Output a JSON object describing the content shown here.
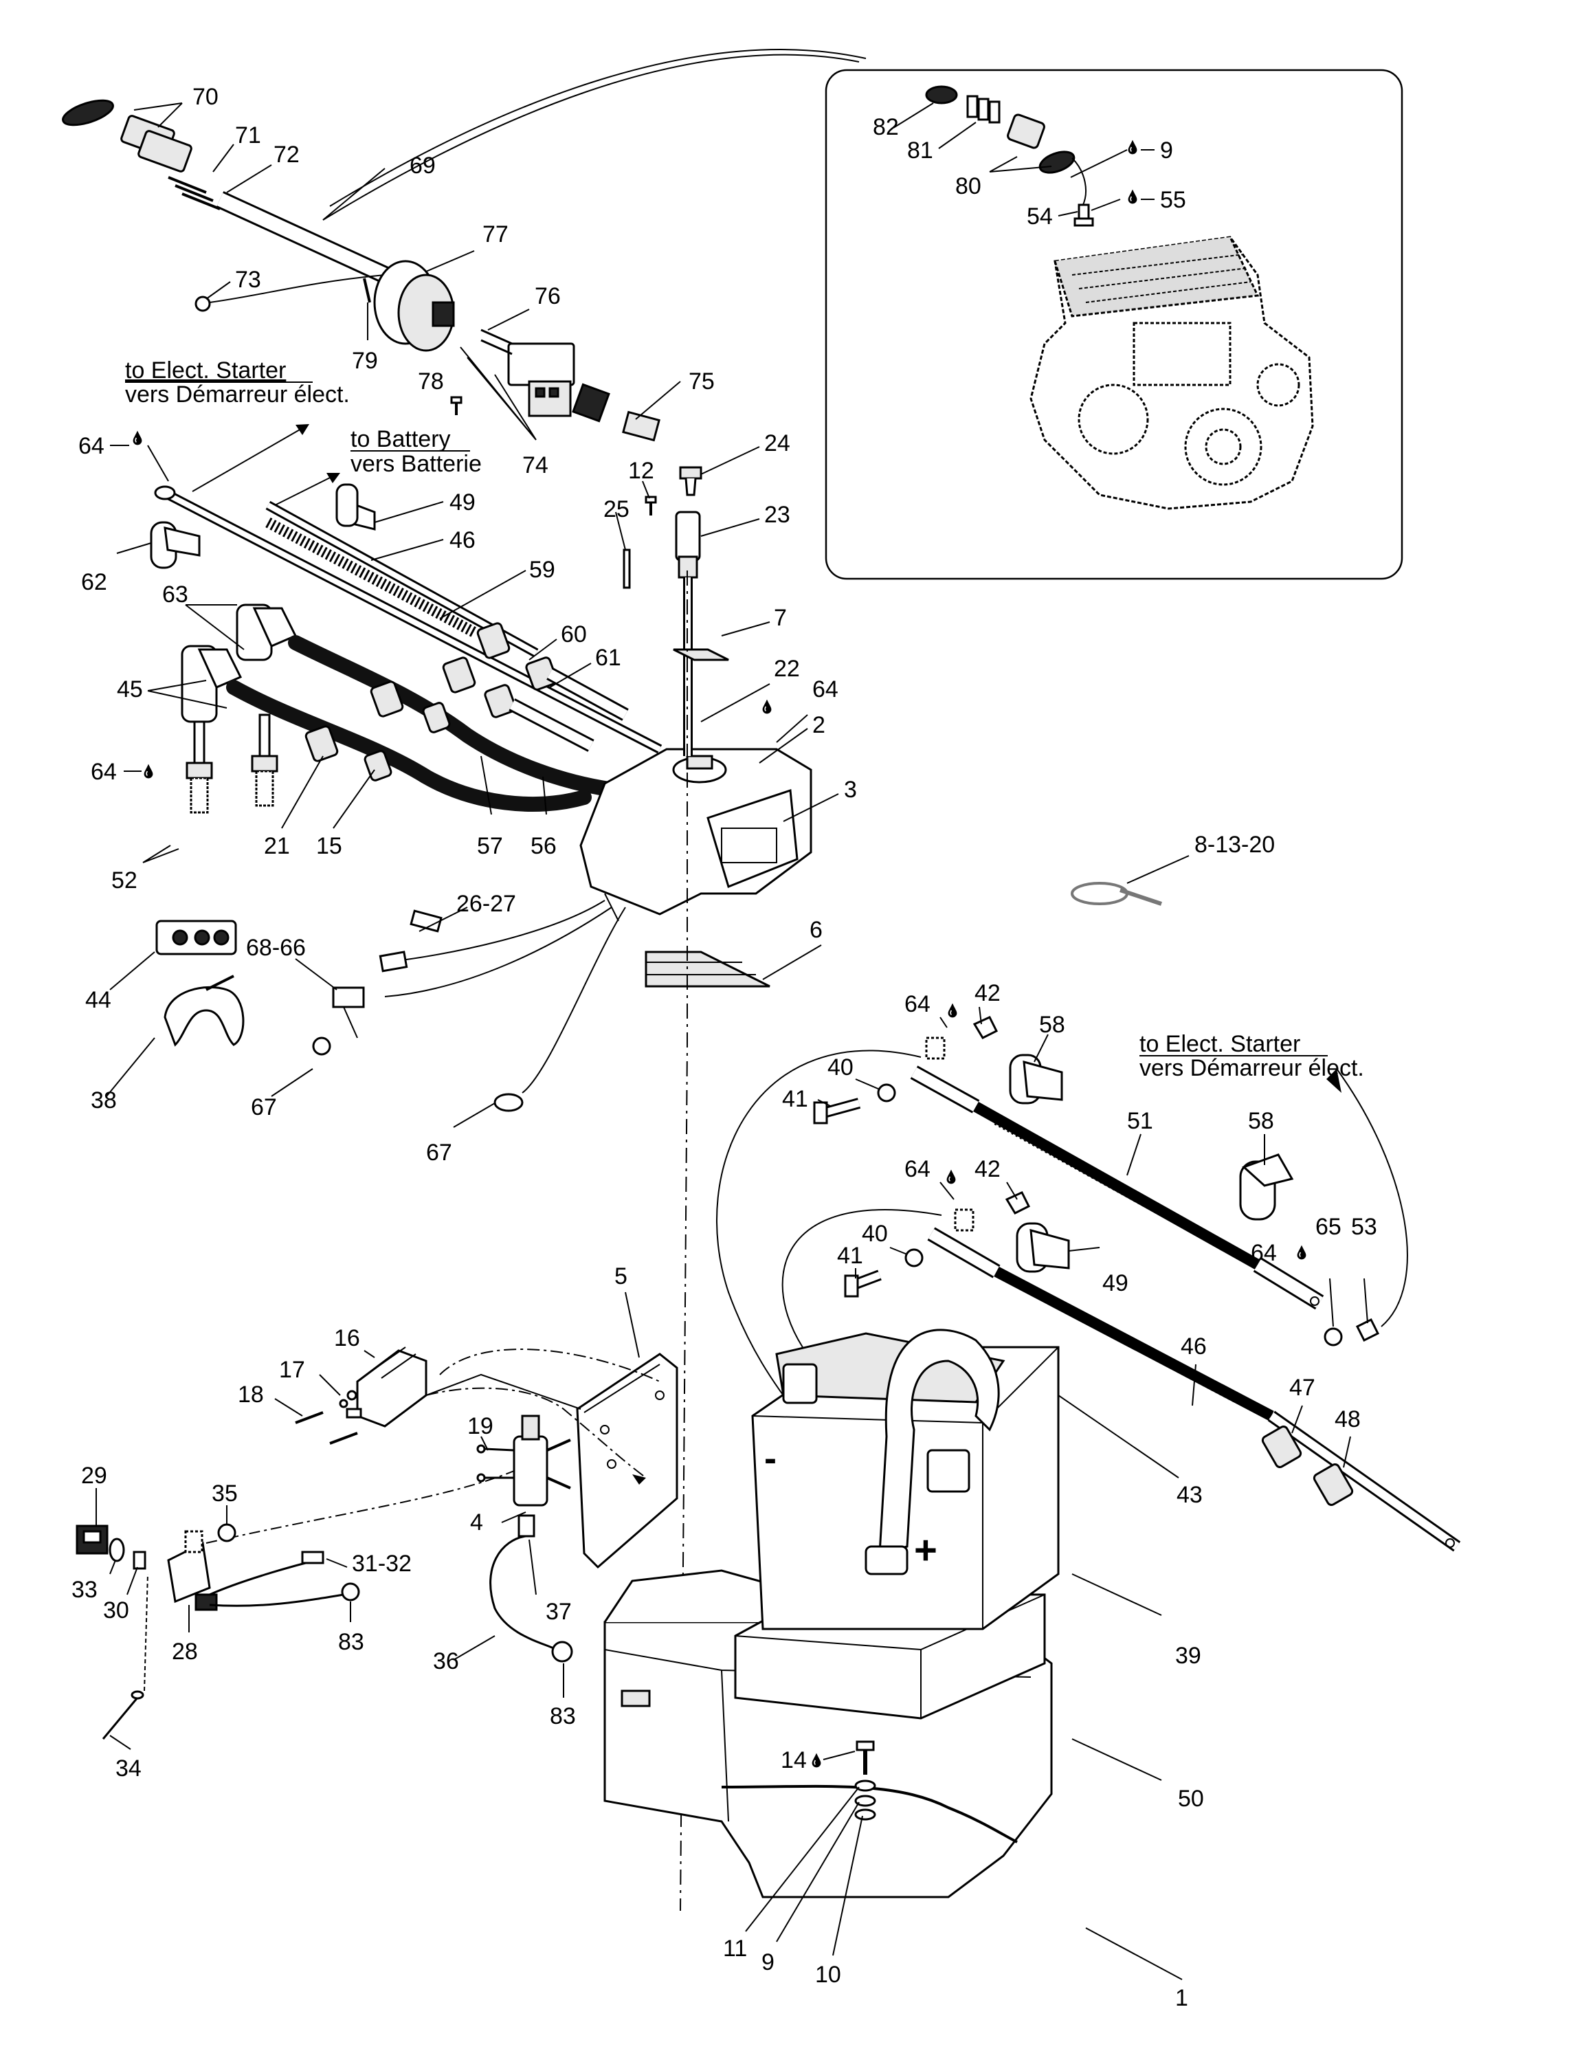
{
  "notes": {
    "starter_top_en": "to Elect. Starter",
    "starter_top_fr": "vers Démarreur élect.",
    "battery_en": "to Battery",
    "battery_fr": "vers Batterie",
    "starter_right_en": "to Elect. Starter",
    "starter_right_fr": "vers Démarreur élect."
  },
  "symbols": {
    "negative": "-",
    "positive": "+",
    "sealant": "drop-icon"
  },
  "callouts": {
    "c70": "70",
    "c71": "71",
    "c72": "72",
    "c69": "69",
    "c77": "77",
    "c73": "73",
    "c76": "76",
    "c79": "79",
    "c78": "78",
    "c75": "75",
    "c74": "74",
    "c64a": "64",
    "c49a": "49",
    "c46a": "46",
    "c62": "62",
    "c59": "59",
    "c12": "12",
    "c24": "24",
    "c25": "25",
    "c23": "23",
    "c63": "63",
    "c60": "60",
    "c61": "61",
    "c45": "45",
    "c7": "7",
    "c22": "22",
    "c64b": "64",
    "c64c": "64",
    "c2": "2",
    "c3": "3",
    "c52": "52",
    "c21": "21",
    "c15": "15",
    "c57": "57",
    "c56": "56",
    "c82": "82",
    "c81": "81",
    "c80": "80",
    "c9a": "9",
    "c55": "55",
    "c54": "54",
    "c8_13_20": "8-13-20",
    "c26_27": "26-27",
    "c68_66": "68-66",
    "c6": "6",
    "c44": "44",
    "c38": "38",
    "c67a": "67",
    "c67b": "67",
    "c64d": "64",
    "c42a": "42",
    "c58a": "58",
    "c40a": "40",
    "c41a": "41",
    "c51": "51",
    "c58b": "58",
    "c64e": "64",
    "c42b": "42",
    "c40b": "40",
    "c41b": "41",
    "c49b": "49",
    "c64f": "64",
    "c65": "65",
    "c53": "53",
    "c46b": "46",
    "c47": "47",
    "c48": "48",
    "c5": "5",
    "c16": "16",
    "c17": "17",
    "c18": "18",
    "c19": "19",
    "c43": "43",
    "c29": "29",
    "c35": "35",
    "c4": "4",
    "c31_32": "31-32",
    "c33": "33",
    "c30": "30",
    "c37": "37",
    "c39": "39",
    "c28": "28",
    "c83a": "83",
    "c36": "36",
    "c83b": "83",
    "c34": "34",
    "c50": "50",
    "c14": "14",
    "c11": "11",
    "c9b": "9",
    "c10": "10",
    "c1": "1"
  }
}
